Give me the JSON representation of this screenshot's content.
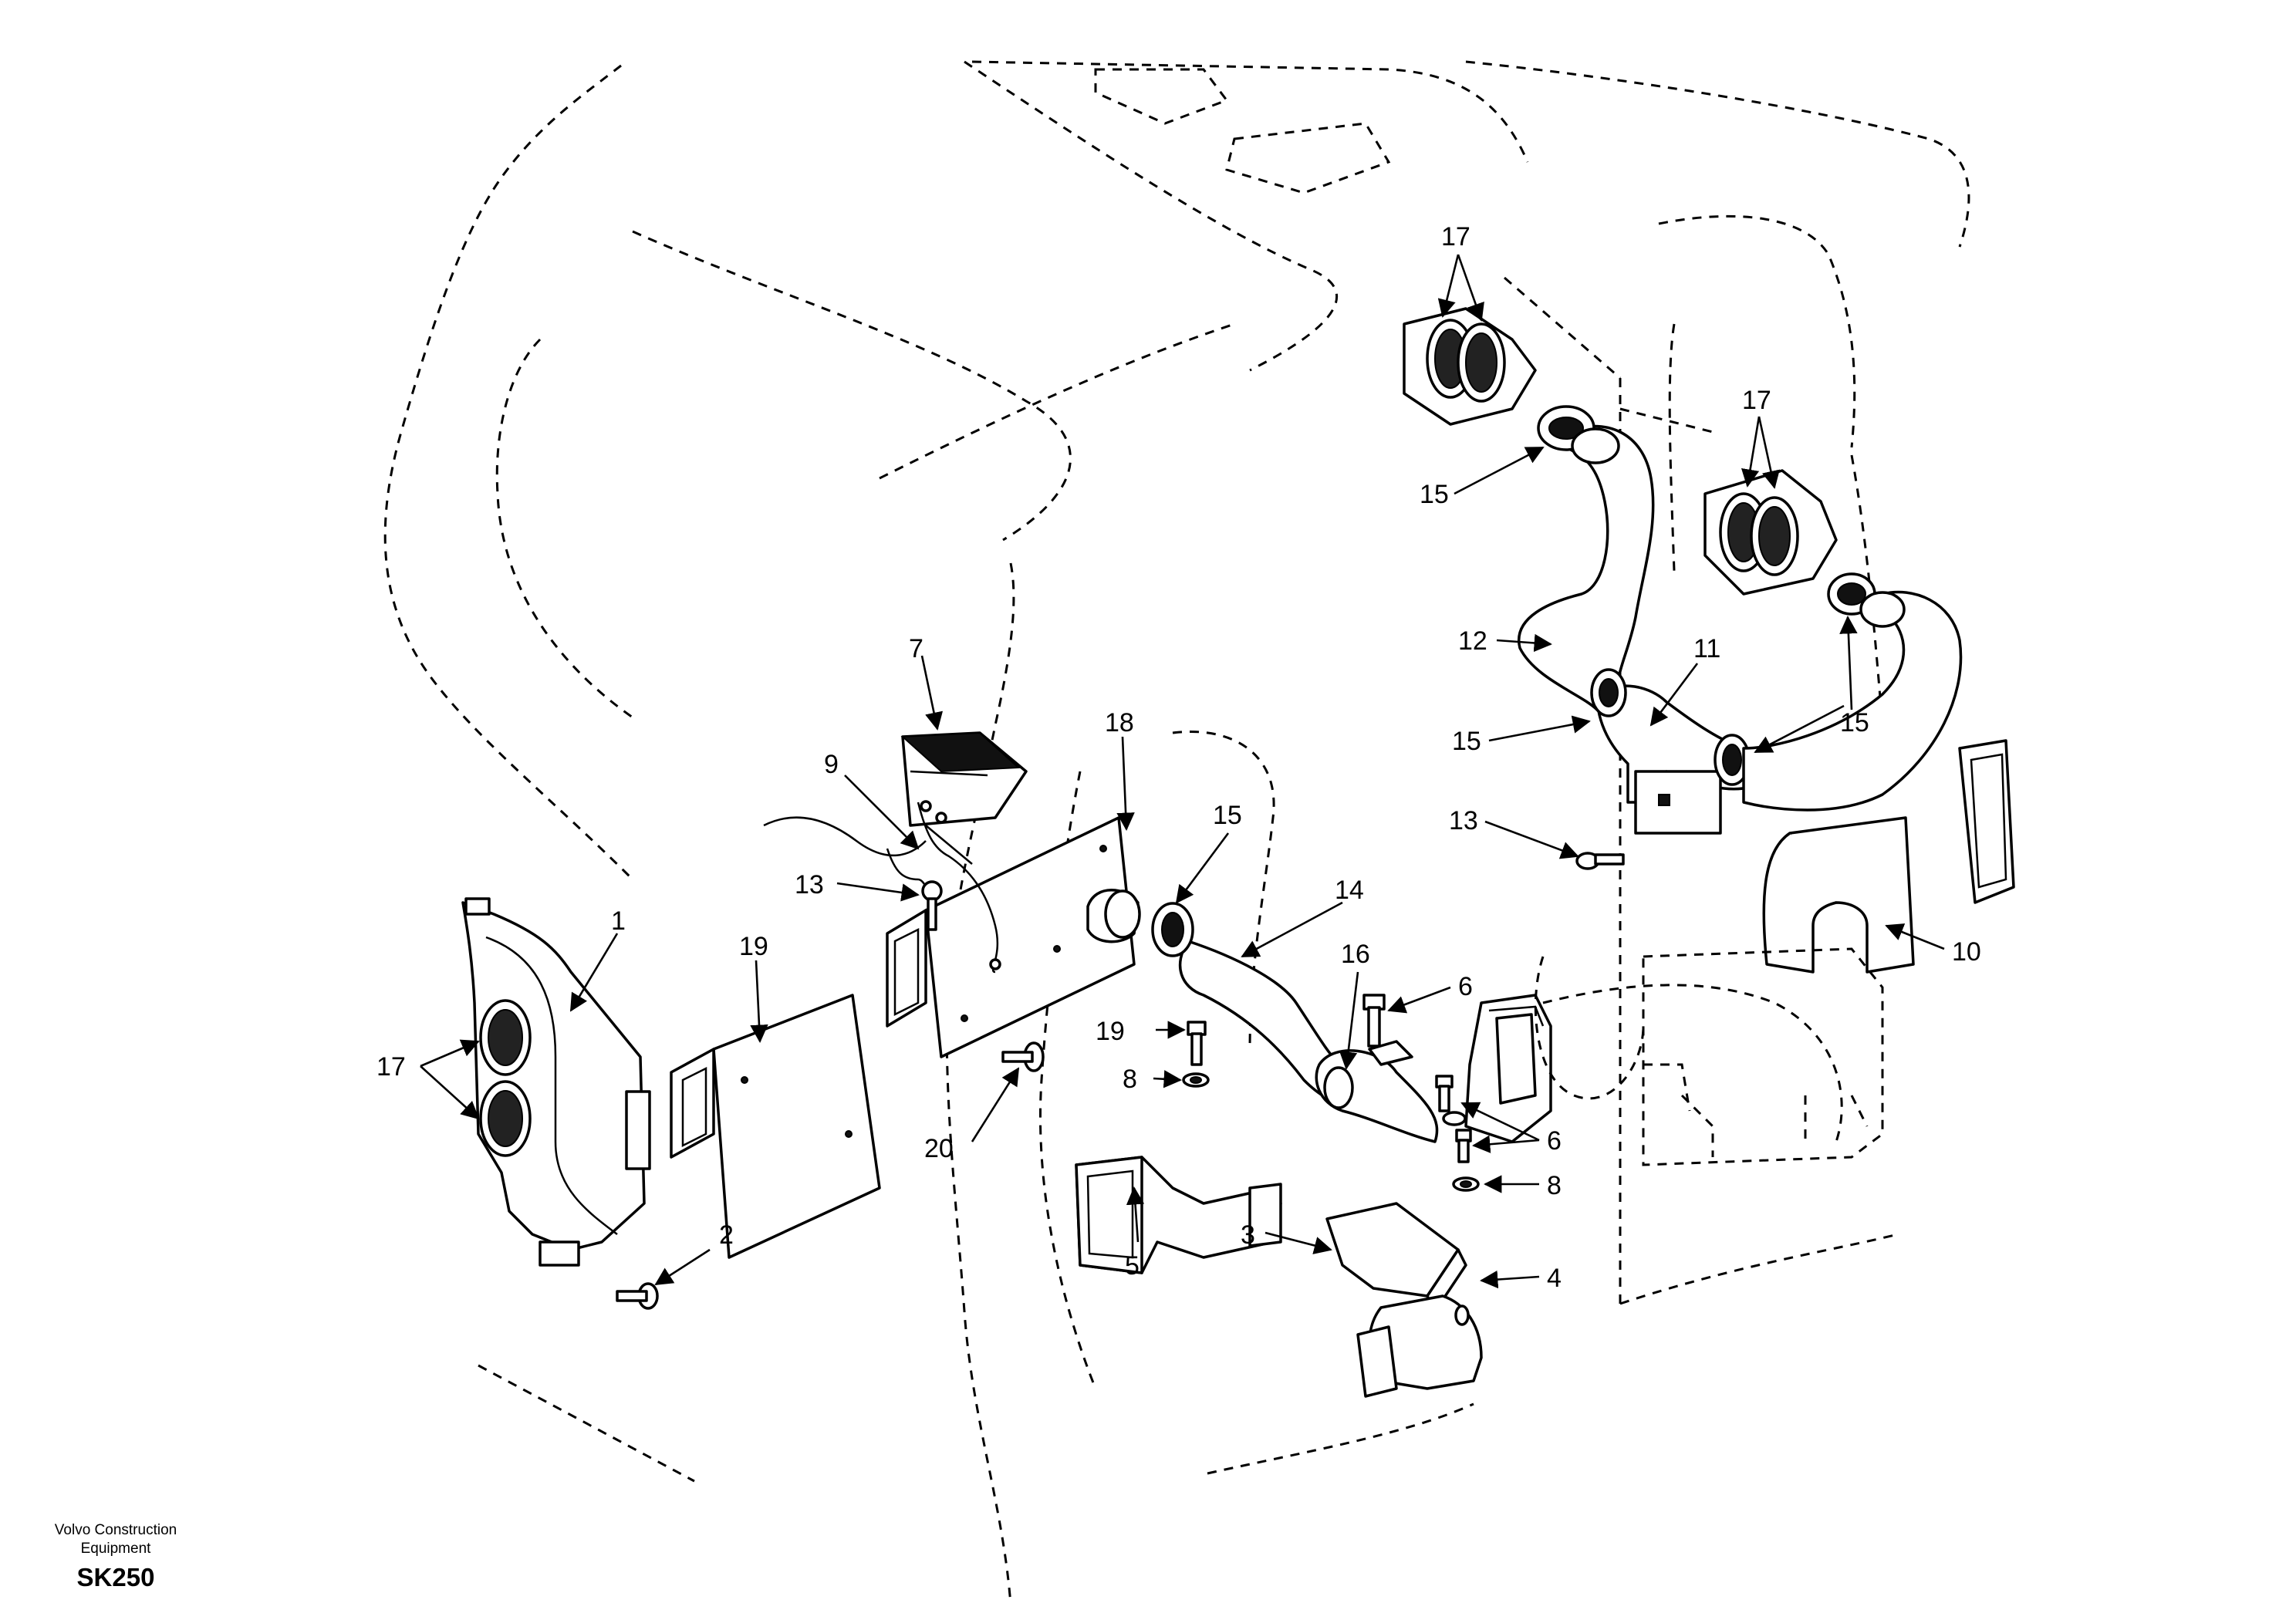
{
  "footer": {
    "brand_line1": "Volvo Construction",
    "brand_line2": "Equipment",
    "model": "SK250"
  },
  "callouts": [
    {
      "id": "c1",
      "label": "1"
    },
    {
      "id": "c2",
      "label": "2"
    },
    {
      "id": "c3",
      "label": "3"
    },
    {
      "id": "c4",
      "label": "4"
    },
    {
      "id": "c5",
      "label": "5"
    },
    {
      "id": "c6a",
      "label": "6"
    },
    {
      "id": "c6b",
      "label": "6"
    },
    {
      "id": "c7",
      "label": "7"
    },
    {
      "id": "c8a",
      "label": "8"
    },
    {
      "id": "c8b",
      "label": "8"
    },
    {
      "id": "c9",
      "label": "9"
    },
    {
      "id": "c10",
      "label": "10"
    },
    {
      "id": "c11",
      "label": "11"
    },
    {
      "id": "c12",
      "label": "12"
    },
    {
      "id": "c13a",
      "label": "13"
    },
    {
      "id": "c13b",
      "label": "13"
    },
    {
      "id": "c14",
      "label": "14"
    },
    {
      "id": "c15a",
      "label": "15"
    },
    {
      "id": "c15b",
      "label": "15"
    },
    {
      "id": "c15c",
      "label": "15"
    },
    {
      "id": "c15d",
      "label": "15"
    },
    {
      "id": "c16",
      "label": "16"
    },
    {
      "id": "c17a",
      "label": "17"
    },
    {
      "id": "c17b",
      "label": "17"
    },
    {
      "id": "c17c",
      "label": "17"
    },
    {
      "id": "c18",
      "label": "18"
    },
    {
      "id": "c19a",
      "label": "19"
    },
    {
      "id": "c19b",
      "label": "19"
    },
    {
      "id": "c20",
      "label": "20"
    }
  ]
}
